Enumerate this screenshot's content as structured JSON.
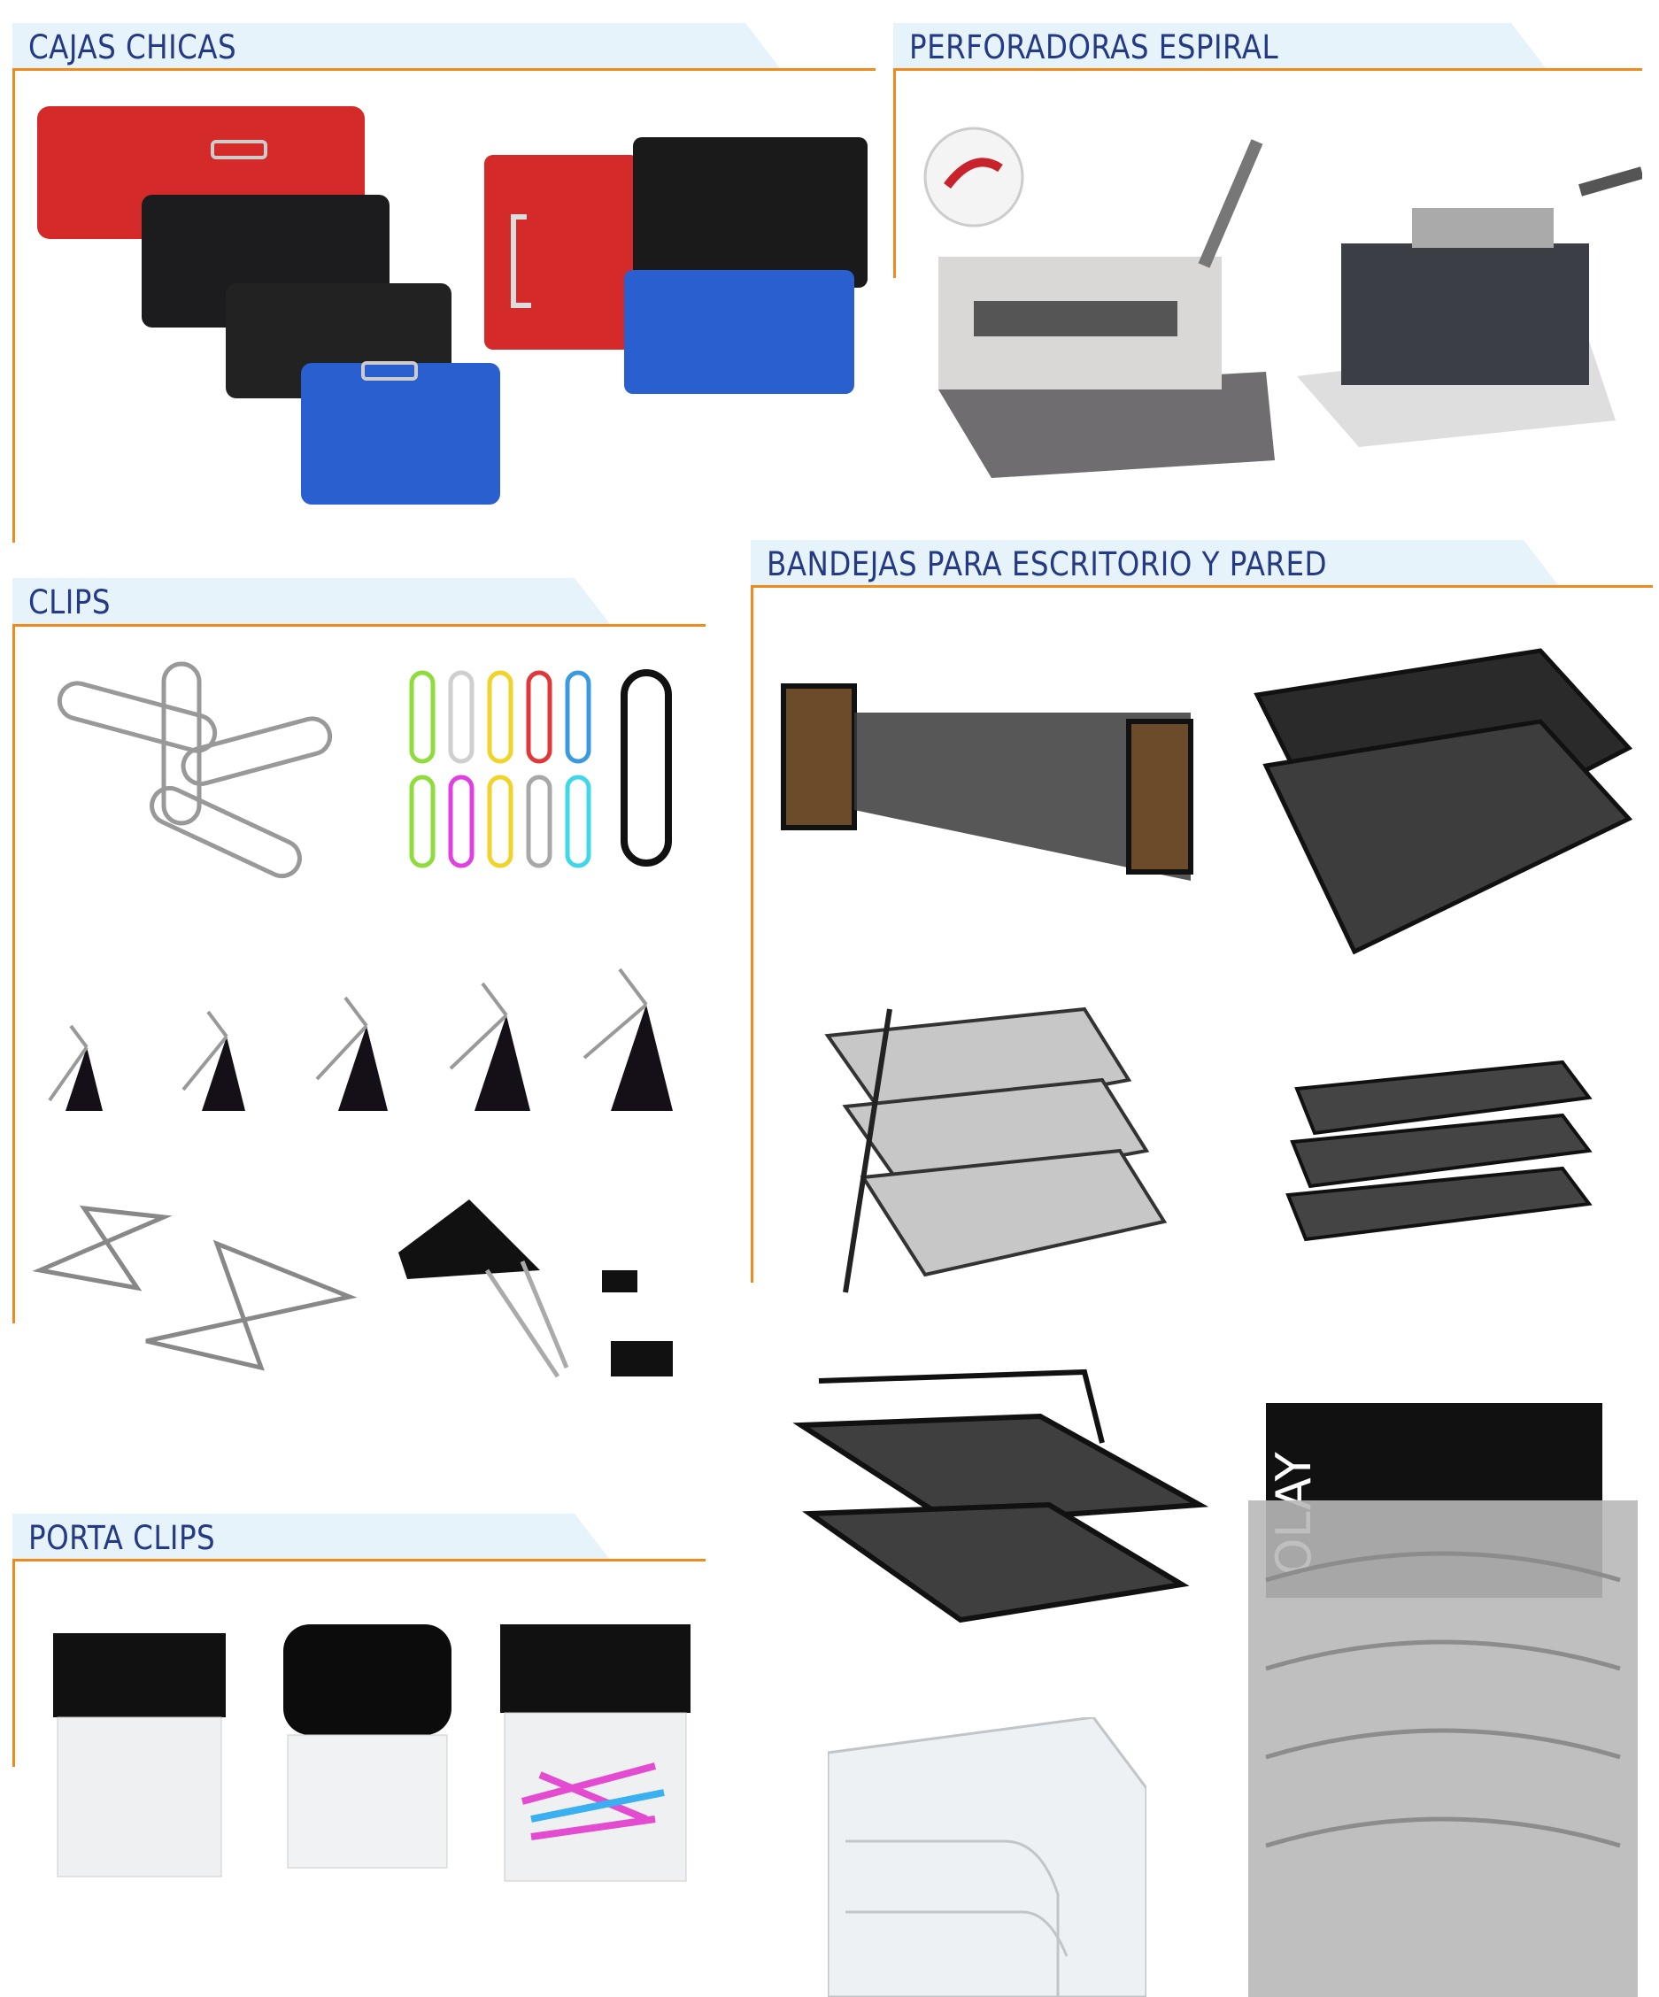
{
  "sections": {
    "cajas_chicas": {
      "title": "CAJAS CHICAS"
    },
    "perforadoras_espiral": {
      "title": "PERFORADORAS ESPIRAL"
    },
    "clips": {
      "title": "CLIPS"
    },
    "bandejas": {
      "title": "BANDEJAS PARA ESCRITORIO Y PARED"
    },
    "porta_clips": {
      "title": "PORTA CLIPS"
    }
  },
  "colors": {
    "accent_line": "#f08a1c",
    "header_band": "#e6f3fb",
    "header_text": "#243a84"
  },
  "product_watermark": "OLAY"
}
